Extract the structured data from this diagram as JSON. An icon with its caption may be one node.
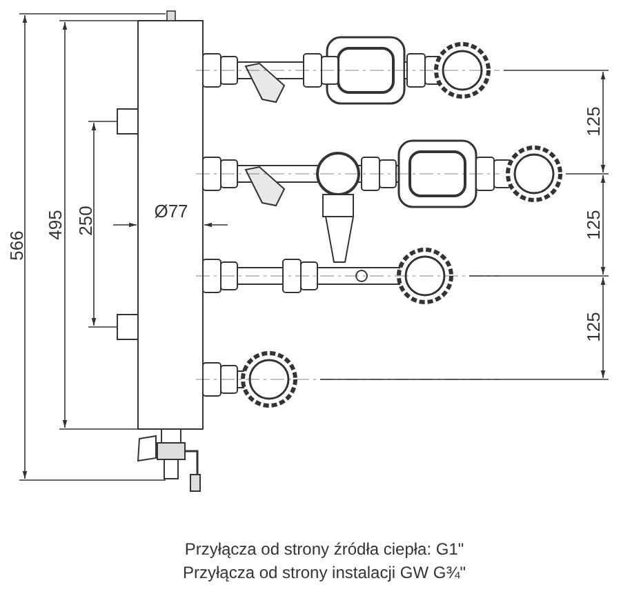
{
  "diagram": {
    "labels": [
      "566",
      "495",
      "250",
      "Ø77",
      "125",
      "125",
      "125",
      "Przyłącza od strony źródła ciepła: G1\"",
      "Przyłącza od strony instalacji GW G¾\""
    ]
  }
}
